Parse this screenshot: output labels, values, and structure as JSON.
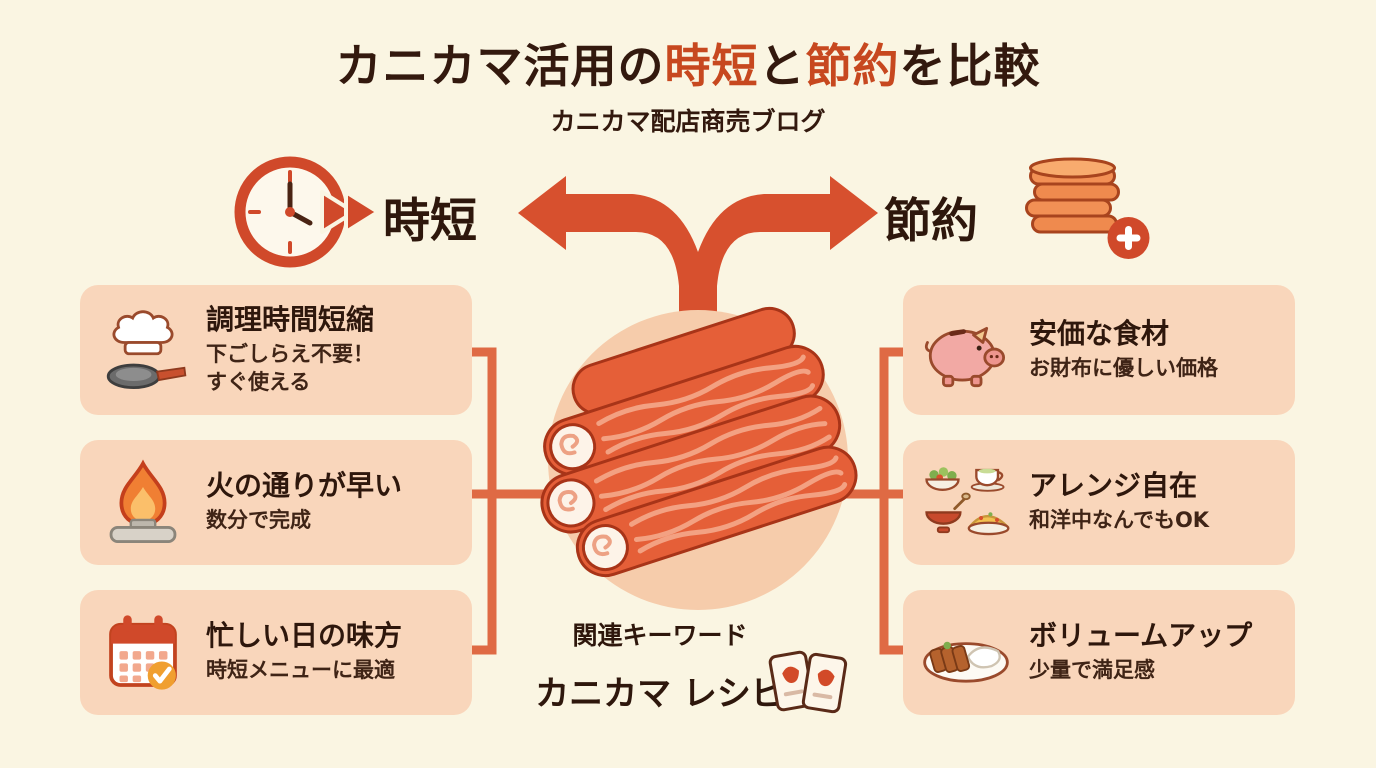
{
  "title": {
    "prefix": "カニカマ活用の",
    "highlight_time": "時短",
    "middle": "と",
    "highlight_save": "節約",
    "suffix": "を比較",
    "subtitle": "カニカマ配店商売ブログ"
  },
  "branches": {
    "left": {
      "label": "時短",
      "icon": "clock-fast-forward-icon"
    },
    "right": {
      "label": "節約",
      "icon": "coin-stack-plus-icon"
    }
  },
  "center": {
    "illustration": "kanikama-crab-sticks"
  },
  "left_cards": [
    {
      "icon": "chef-hat-frying-pan-icon",
      "title": "調理時間短縮",
      "desc": "下ごしらえ不要！\nすぐ使える"
    },
    {
      "icon": "flame-stove-icon",
      "title": "火の通りが早い",
      "desc": "数分で完成"
    },
    {
      "icon": "calendar-check-icon",
      "title": "忙しい日の味方",
      "desc": "時短メニューに最適"
    }
  ],
  "right_cards": [
    {
      "icon": "piggy-bank-icon",
      "title": "安価な食材",
      "desc": "お財布に優しい価格"
    },
    {
      "icon": "dishes-icon",
      "title": "アレンジ自在",
      "desc": "和洋中なんでもOK"
    },
    {
      "icon": "volume-plate-icon",
      "title": "ボリュームアップ",
      "desc": "少量で満足感"
    }
  ],
  "footer": {
    "label": "関連キーワード",
    "keyword": "カニカマ レシピ",
    "icon": "recipe-cards-icon"
  },
  "colors": {
    "background": "#faf5e2",
    "card_background": "#f9d6bb",
    "accent": "#d0492a",
    "arrow": "#d7502e",
    "connector": "#df6a44",
    "center_circle": "#f6ccab",
    "text_dark": "#2e170c",
    "highlight_text": "#c7481f"
  }
}
